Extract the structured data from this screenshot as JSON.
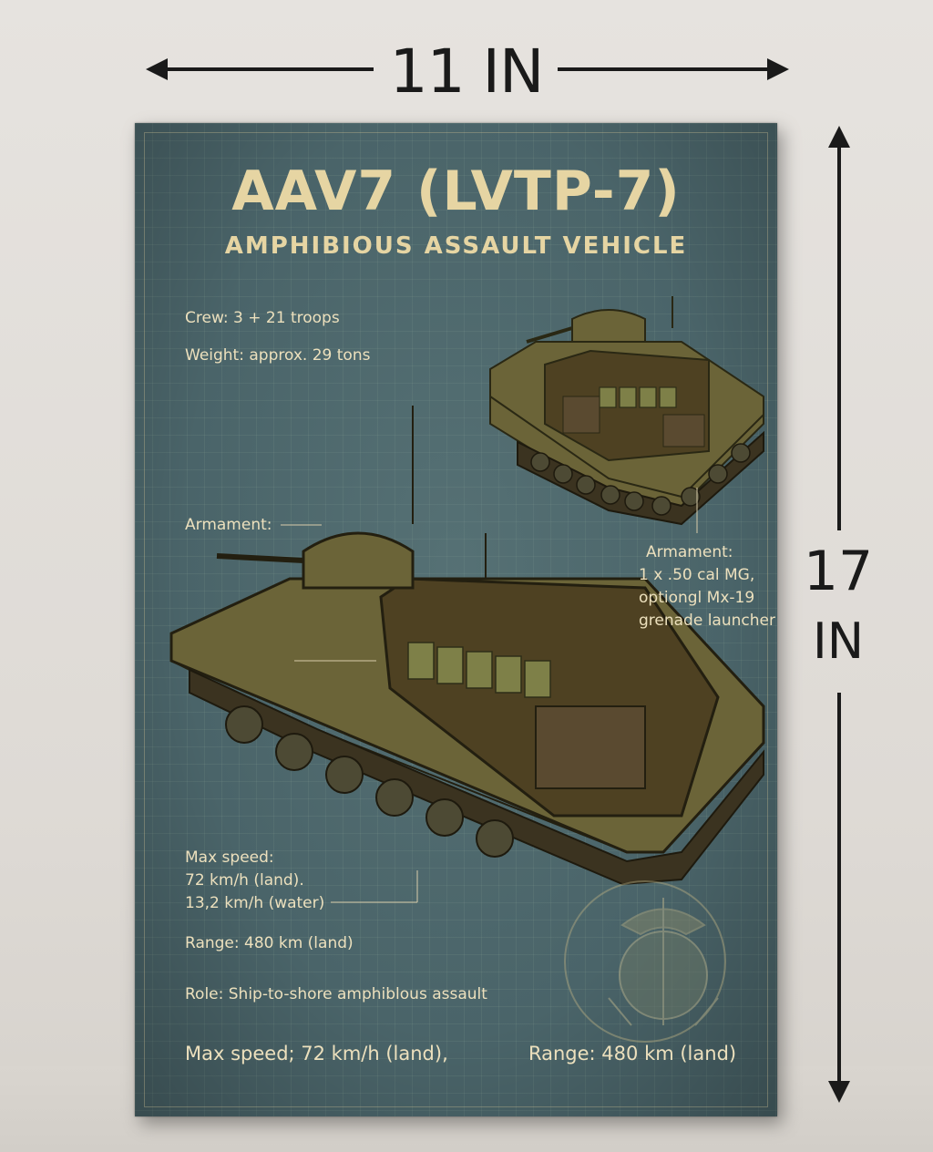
{
  "dimensions": {
    "width_label": "11 IN",
    "height_label_line1": "17",
    "height_label_line2": "IN"
  },
  "poster": {
    "title": "AAV7 (LVTP-7)",
    "subtitle": "AMPHIBIOUS ASSAULT VEHICLE",
    "specs": {
      "crew": "Crew: 3 + 21 troops",
      "weight": "Weight: approx. 29 tons",
      "armament_label": "Armament:",
      "armament_title": "Armament:",
      "armament_line1": "1 x .50 cal MG,",
      "armament_line2": "optiongl Mx-19",
      "armament_line3": "grenade launcher",
      "max_speed_title": "Max speed:",
      "max_speed_land": "72 km/h (land).",
      "max_speed_water": "13,2 km/h (water)",
      "range": "Range: 480 km (land)",
      "role": "Role: Ship-to-shore amphiblous assault",
      "footer_speed": "Max speed; 72 km/h (land),",
      "footer_range": "Range: 480 km (land)"
    },
    "colors": {
      "background": "#4a6469",
      "text": "#ece0bd",
      "title": "#e6d5a3",
      "vehicle": "#6b6438"
    },
    "icons": [
      "aav7-large-cutaway-illustration",
      "aav7-small-cutaway-illustration",
      "usmc-emblem-icon"
    ]
  }
}
